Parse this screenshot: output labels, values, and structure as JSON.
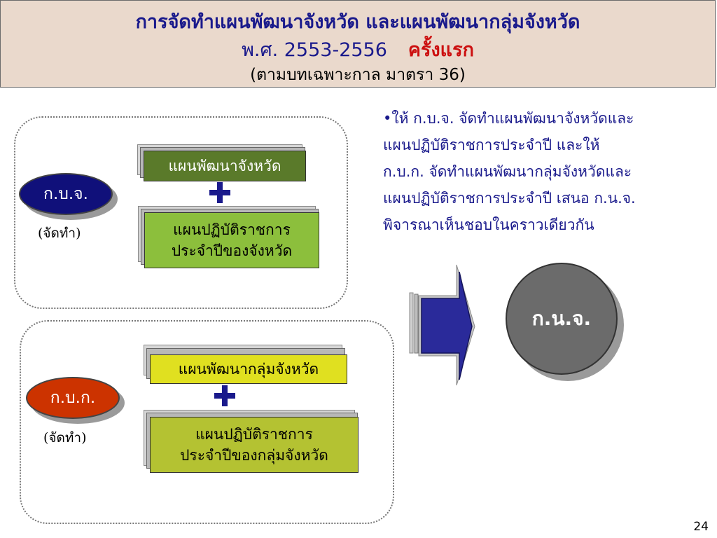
{
  "header": {
    "title_line1": "การจัดทำแผนพัฒนาจังหวัด และแผนพัฒนากลุ่มจังหวัด",
    "title_line2_main": "พ.ศ. 2553-2556",
    "title_line2_highlight": "ครั้งแรก",
    "title_line3": "(ตามบทเฉพาะกาล มาตรา 36)"
  },
  "group_province": {
    "agency": "ก.บ.จ.",
    "role": "(จัดทำ)",
    "plan1": "แผนพัฒนาจังหวัด",
    "plan2_line1": "แผนปฏิบัติราชการ",
    "plan2_line2": "ประจำปีของจังหวัด"
  },
  "group_cluster": {
    "agency": "ก.บ.ก.",
    "role": "(จัดทำ)",
    "plan1": "แผนพัฒนากลุ่มจังหวัด",
    "plan2_line1": "แผนปฏิบัติราชการ",
    "plan2_line2": "ประจำปีของกลุ่มจังหวัด"
  },
  "bullet": {
    "lines": [
      "•ให้ ก.บ.จ. จัดทำแผนพัฒนาจังหวัดและ",
      "แผนปฏิบัติราชการประจำปี  และให้",
      "ก.บ.ก. จัดทำแผนพัฒนากลุ่มจังหวัดและ",
      "แผนปฏิบัติราชการประจำปี เสนอ ก.น.จ.",
      "พิจารณาเห็นชอบในคราวเดียวกัน"
    ]
  },
  "target": {
    "label": "ก.น.จ."
  },
  "page_number": "24",
  "colors": {
    "header_bg": "#ead9cc",
    "title_blue": "#1a1a8c",
    "highlight_red": "#cc1010",
    "province_oval": "#10107a",
    "cluster_oval": "#cc3300",
    "plan_dark_green": "#5a7a2a",
    "plan_light_green": "#8cbf3c",
    "plan_yellow": "#e0e020",
    "plan_olive": "#b4c232",
    "arrow_blue": "#2a2a9a",
    "target_circle": "#6b6b6b"
  }
}
